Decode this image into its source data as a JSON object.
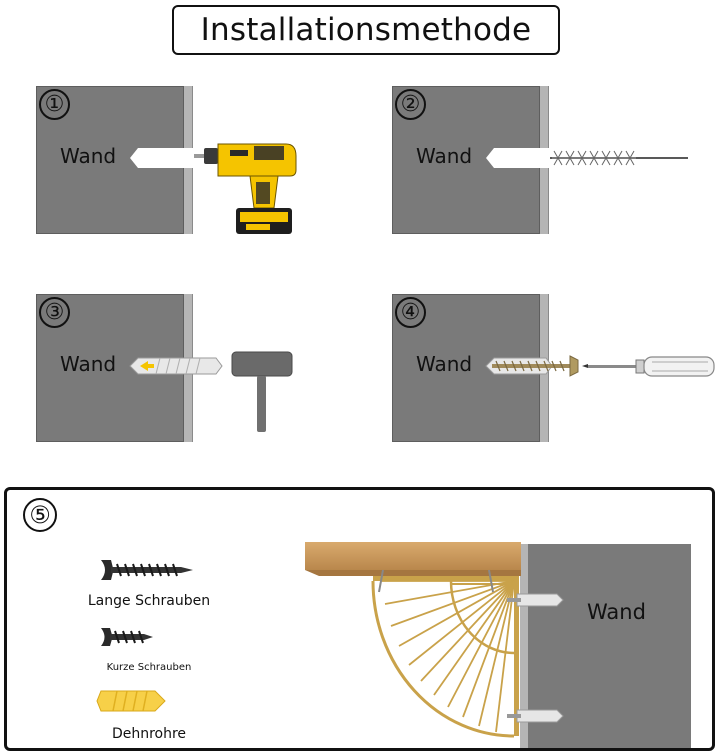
{
  "title": "Installationsmethode",
  "wall_label": "Wand",
  "steps": [
    {
      "number": "①",
      "tool": "drill"
    },
    {
      "number": "②",
      "tool": "cleaning-brush"
    },
    {
      "number": "③",
      "tool": "dowel-and-hammer"
    },
    {
      "number": "④",
      "tool": "screw-and-screwdriver"
    }
  ],
  "step5": {
    "number": "⑤",
    "wall_label": "Wand",
    "legend": [
      {
        "label": "Lange Schrauben",
        "icon": "long-screw-icon"
      },
      {
        "label": "Kurze Schrauben",
        "icon": "short-screw-icon"
      },
      {
        "label": "Dehnrohre",
        "icon": "wall-plug-icon"
      }
    ]
  },
  "colors": {
    "wall": "#7a7a7a",
    "wall_edge": "#b5b5b5",
    "drill_yellow": "#f5c400",
    "plug_yellow": "#f7d048",
    "wood": "#c9965a",
    "brass": "#c9a24a"
  }
}
